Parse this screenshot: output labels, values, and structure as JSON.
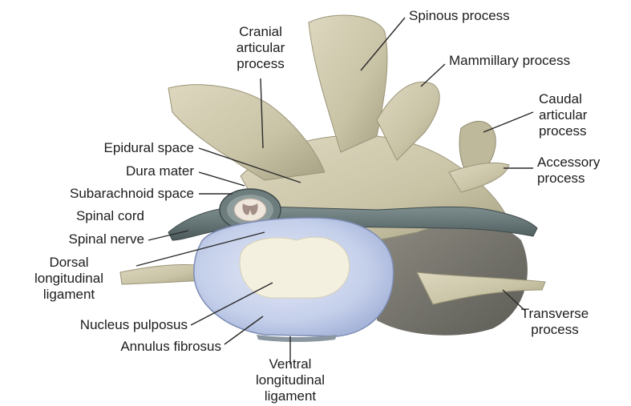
{
  "labels": {
    "spinous_process": "Spinous process",
    "cranial_articular_process": "Cranial\narticular\nprocess",
    "mammillary_process": "Mammillary process",
    "caudal_articular_process": "Caudal\narticular\nprocess",
    "accessory_process": "Accessory\nprocess",
    "epidural_space": "Epidural space",
    "dura_mater": "Dura mater",
    "subarachnoid_space": "Subarachnoid space",
    "spinal_cord": "Spinal cord",
    "spinal_nerve": "Spinal nerve",
    "dorsal_longitudinal_ligament": "Dorsal\nlongitudinal\nligament",
    "nucleus_pulposus": "Nucleus pulposus",
    "annulus_fibrosus": "Annulus fibrosus",
    "ventral_longitudinal_ligament": "Ventral\nlongitudinal\nligament",
    "transverse_process": "Transverse\nprocess"
  },
  "colors": {
    "bone": "#cfc9ae",
    "bone_shadow": "#a9a386",
    "disc": "#c9d3ea",
    "nucleus": "#f3efdf",
    "ligament": "#5f6f70",
    "leader": "#2a2a2a"
  }
}
